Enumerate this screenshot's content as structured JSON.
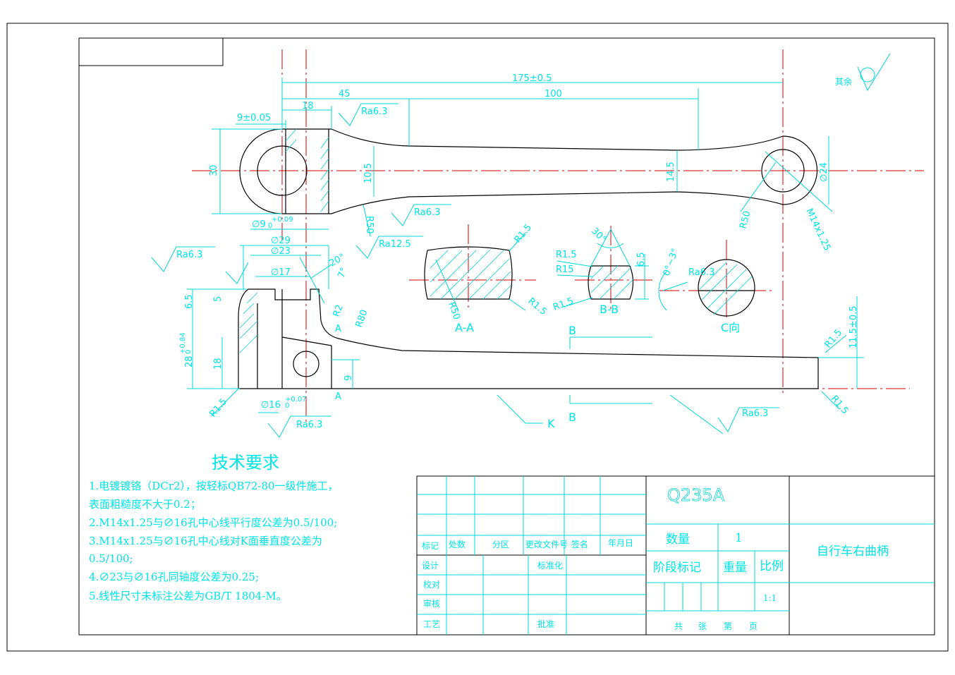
{
  "notes": {
    "heading": "技术要求",
    "items": [
      "1.电镀镀铬（DCr2），按轻标QB72-80一级件施工，",
      "表面粗糙度不大于0.2；",
      "2.M14x1.25与∅16孔中心线平行度公差为0.5/100;",
      "3.M14x1.25与∅16孔中心线对K面垂直度公差为",
      "0.5/100;",
      "4.∅23与∅16孔同轴度公差为0.25;",
      "5.线性尺寸未标注公差为GB/T 1804-M。"
    ]
  },
  "general_roughness": "其余",
  "top_view": {
    "dims": {
      "overall": "175±0.5",
      "d45": "45",
      "d100": "100",
      "d18": "18",
      "d9": "9±0.05",
      "d30": "30",
      "d10_5": "10.5",
      "d14_5": "14.5",
      "dia24": "∅24",
      "dia9": "∅9",
      "dia9_tol": "+0.09",
      "dia9_tol_lo": "0",
      "r50a": "R50",
      "r50b": "R50",
      "thread": "M14x1.25"
    },
    "roughness": [
      "Ra6.3",
      "Ra6.3",
      "Ra12.5",
      "Ra6.3"
    ]
  },
  "front_view": {
    "dims": {
      "dia29": "∅29",
      "dia23": "∅23",
      "dia17": "∅17",
      "dia16": "∅16",
      "dia16_tol": "+0.07",
      "dia16_tol_lo": "0",
      "ang20": "20°",
      "ang7": "7°",
      "r2": "R2",
      "r80": "R80",
      "d6_5": "6.5",
      "d5": "5",
      "d28": "28",
      "d28_tol": "+0.84",
      "d28_tol_lo": "0",
      "d18": "18",
      "d9": "9",
      "d11_5": "11.5±0.5",
      "r1_5a": "R1.5",
      "r1_5b": "R1.5",
      "r1_5c": "R1.5",
      "label_a": "A",
      "label_a2": "A",
      "label_b": "B",
      "label_b2": "B",
      "label_k": "K"
    },
    "roughness": [
      "Ra6.3",
      "Ra6.3",
      "Ra6.3"
    ]
  },
  "section_aa": {
    "label": "A-A",
    "dims": {
      "r1_5a": "R1.5",
      "r1_5b": "R1.5",
      "r50": "R50"
    }
  },
  "section_bb": {
    "label": "B-B",
    "dims": {
      "r1_5a": "R1.5",
      "r15": "R15",
      "r1_5b": "R1.5",
      "ang30": "30°",
      "d6_5": "6.5"
    }
  },
  "section_c": {
    "label": "C向",
    "dims": {
      "ang": "0°~3°",
      "ra": "Ra6.3"
    }
  },
  "title_block": {
    "material": "Q235A",
    "part_name": "自行车右曲柄",
    "qty_label": "数量",
    "qty_value": "1",
    "stage_label": "阶段标记",
    "weight_label": "重量",
    "scale_label": "比例",
    "scale_value": "1:1",
    "sheets": [
      "共",
      "张",
      "第",
      "页"
    ],
    "rev_headers": [
      "标记",
      "处数",
      "分区",
      "更改文件号",
      "签名",
      "年月日"
    ],
    "roles": {
      "design": "设计",
      "standard": "标准化",
      "check": "校对",
      "review": "审核",
      "process": "工艺",
      "approve": "批准"
    }
  },
  "colors": {
    "outline": "#000000",
    "dimension": "#00d8d8",
    "centerline": "#d40000",
    "background": "#ffffff"
  }
}
